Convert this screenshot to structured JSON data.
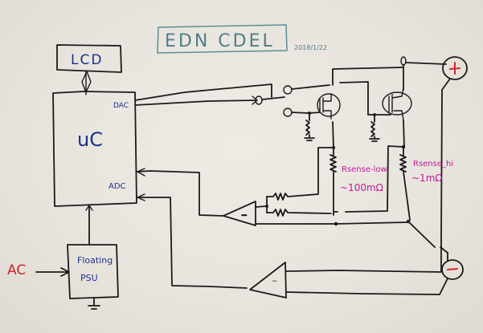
{
  "title": {
    "text": "EDN CDEL",
    "date": "2018/1/22"
  },
  "blocks": {
    "lcd": "LCD",
    "mcu": "uC",
    "dac": "DAC",
    "adc": "ADC",
    "psu_line1": "Floating",
    "psu_line2": "PSU"
  },
  "inputs": {
    "ac": "AC"
  },
  "sense_resistors": {
    "low_name": "Rsense-low",
    "low_value": "~100mΩ",
    "hi_name": "Rsense_hi",
    "hi_value": "~1mΩ"
  },
  "terminals": {
    "positive": "+",
    "negative": "−"
  },
  "amplifiers": {
    "sense_amp_sign": "−",
    "voltage_amp_sign": "−"
  },
  "colors": {
    "ink": "#1b1b1b",
    "block_labels": "#1c2f8c",
    "title": "#4f7f86",
    "sense_labels": "#c3179a",
    "ac_and_terminals": "#c8242b",
    "paper": "#ebe7e0"
  }
}
